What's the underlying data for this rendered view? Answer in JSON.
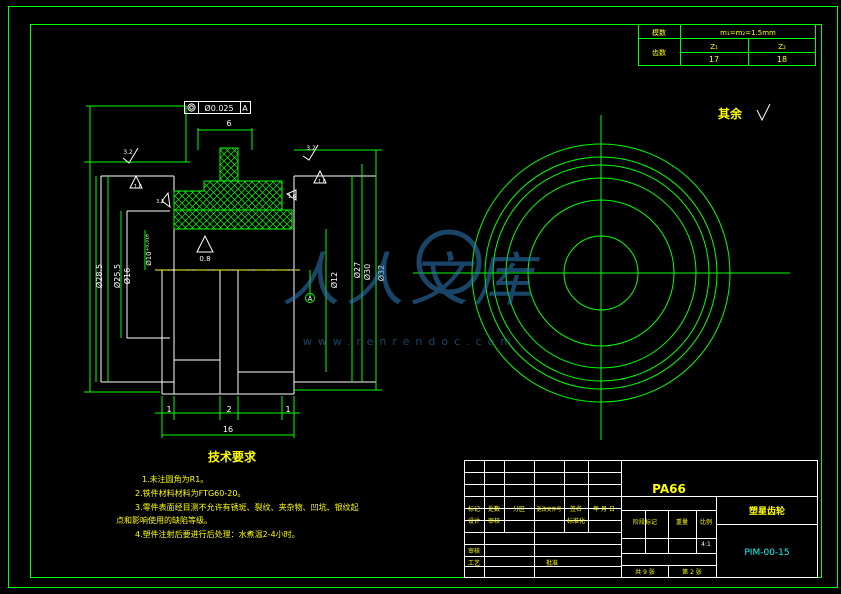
{
  "gear_table": {
    "r1_label": "模数",
    "r1_value": "m₁=m₂=1.5mm",
    "r2_label": "齿数",
    "z1_label": "Z₁",
    "z2_label": "Z₂",
    "z1_value": "17",
    "z2_value": "18"
  },
  "roughness_other": "其余",
  "dims": {
    "tolerance_value": "Ø0.025",
    "tolerance_datum": "A",
    "top_width": "6",
    "d285": "Ø28.5",
    "d255": "Ø25.5",
    "d16": "Ø16",
    "d10": "Ø10⁺⁰·⁰¹⁸",
    "d12": "Ø12",
    "d27": "Ø27",
    "d30": "Ø30",
    "d32": "Ø32",
    "bottom_1a": "1",
    "bottom_2": "2",
    "bottom_1b": "1",
    "bottom_16": "16",
    "datum_a": "A",
    "r_08": "0.8",
    "r_32a": "3.2",
    "r_32b": "3.2",
    "r_16a": "1.6",
    "r_16b": "1.6",
    "r_side_a": "3.2",
    "r_side_b": "1.6"
  },
  "requirements": {
    "title": "技术要求",
    "items": [
      "1.未注圆角为R1。",
      "2.铁件材料材料为FTG60-20。",
      "3.零件表面经目测不允许有锈斑、裂纹、夹杂物、凹坑、银纹起",
      "点和影响使用的缺陷等级。",
      "4.塑件注射后要进行后处理：水煮温2-4小时。"
    ]
  },
  "title_block": {
    "material": "PA66",
    "part_name": "塑星齿轮",
    "drawing_no": "PIM-00-15",
    "row1": [
      "标记",
      "处数",
      "分区",
      "更改文件号",
      "签名",
      "年 月 日"
    ],
    "row2": [
      "设计",
      "审核",
      "",
      "标准化"
    ],
    "stage_label": "阶段标记",
    "weight_label": "重量",
    "scale_label": "比例",
    "scale_value": "4:1",
    "check_label": "审核",
    "process_label": "工艺",
    "approve_label": "批准",
    "sheets_total": "共 9 张",
    "sheet_no": "第 2 张"
  },
  "watermark": {
    "logo_text": "人人文库",
    "url": "www.renrendoc.com"
  }
}
